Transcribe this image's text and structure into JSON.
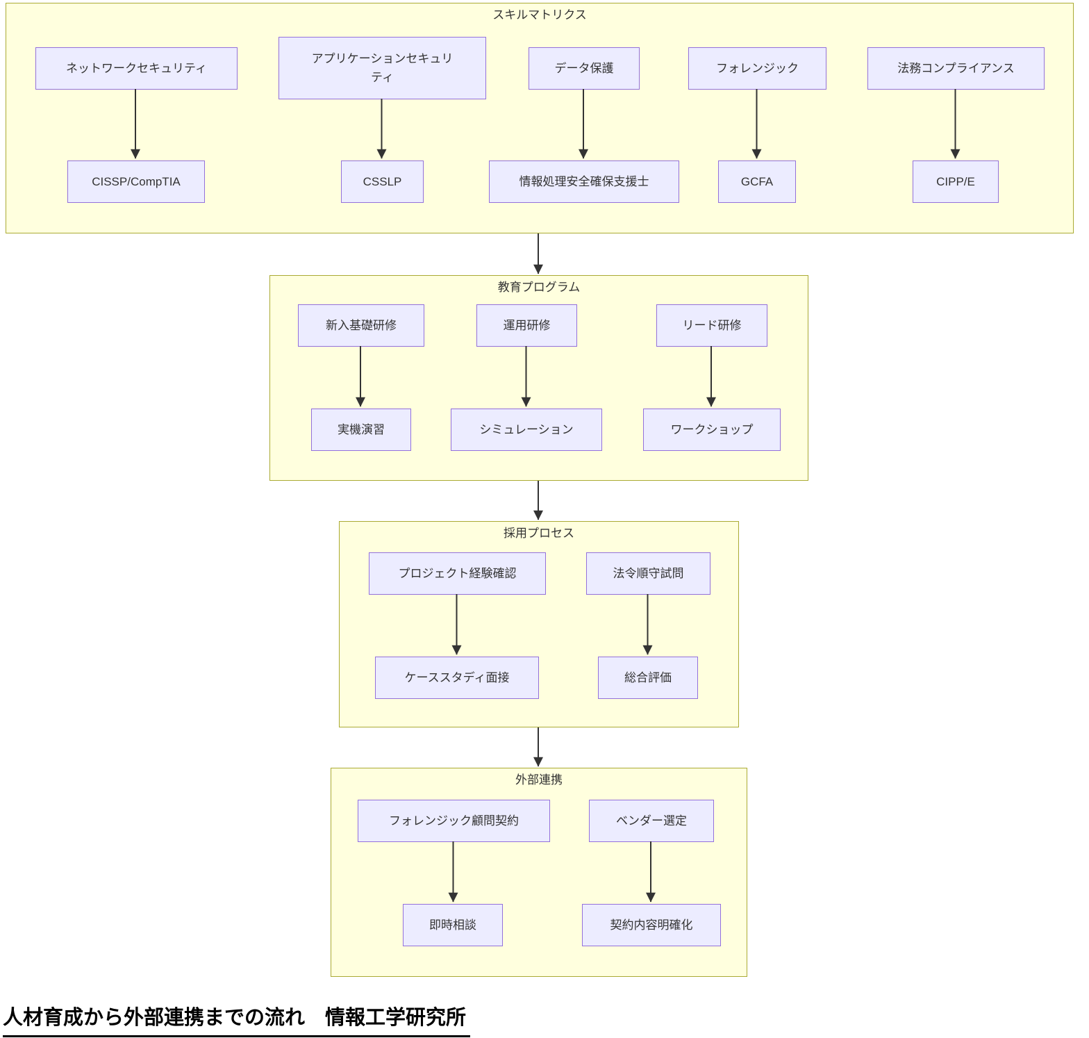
{
  "diagram": {
    "type": "flowchart",
    "direction": "top-down",
    "caption": "人材育成から外部連携までの流れ　情報工学研究所",
    "colors": {
      "cluster_fill": "#FFFFDE",
      "cluster_border": "#AAAA33",
      "node_fill": "#ECECFF",
      "node_border": "#9370DB",
      "text": "#333333",
      "edge": "#333333"
    },
    "clusters": [
      {
        "title": "スキルマトリクス",
        "nodes": [
          {
            "id": "network-security",
            "label": "ネットワークセキュリティ"
          },
          {
            "id": "application-security",
            "label": "アプリケーションセキュリティ"
          },
          {
            "id": "data-protection",
            "label": "データ保護"
          },
          {
            "id": "forensics",
            "label": "フォレンジック"
          },
          {
            "id": "legal-compliance",
            "label": "法務コンプライアンス"
          },
          {
            "id": "cissp-comptia",
            "label": "CISSP/CompTIA"
          },
          {
            "id": "csslp",
            "label": "CSSLP"
          },
          {
            "id": "sc-specialist",
            "label": "情報処理安全確保支援士"
          },
          {
            "id": "gcfa",
            "label": "GCFA"
          },
          {
            "id": "cipp-e",
            "label": "CIPP/E"
          }
        ],
        "edges": [
          {
            "from": "ネットワークセキュリティ",
            "to": "CISSP/CompTIA"
          },
          {
            "from": "アプリケーションセキュリティ",
            "to": "CSSLP"
          },
          {
            "from": "データ保護",
            "to": "情報処理安全確保支援士"
          },
          {
            "from": "フォレンジック",
            "to": "GCFA"
          },
          {
            "from": "法務コンプライアンス",
            "to": "CIPP/E"
          }
        ]
      },
      {
        "title": "教育プログラム",
        "nodes": [
          {
            "id": "newcomer-basic-training",
            "label": "新入基礎研修"
          },
          {
            "id": "operations-training",
            "label": "運用研修"
          },
          {
            "id": "lead-training",
            "label": "リード研修"
          },
          {
            "id": "hands-on-practice",
            "label": "実機演習"
          },
          {
            "id": "simulation",
            "label": "シミュレーション"
          },
          {
            "id": "workshop",
            "label": "ワークショップ"
          }
        ],
        "edges": [
          {
            "from": "新入基礎研修",
            "to": "実機演習"
          },
          {
            "from": "運用研修",
            "to": "シミュレーション"
          },
          {
            "from": "リード研修",
            "to": "ワークショップ"
          }
        ]
      },
      {
        "title": "採用プロセス",
        "nodes": [
          {
            "id": "project-experience-check",
            "label": "プロジェクト経験確認"
          },
          {
            "id": "compliance-examination",
            "label": "法令順守試問"
          },
          {
            "id": "case-study-interview",
            "label": "ケーススタディ面接"
          },
          {
            "id": "overall-evaluation",
            "label": "総合評価"
          }
        ],
        "edges": [
          {
            "from": "プロジェクト経験確認",
            "to": "ケーススタディ面接"
          },
          {
            "from": "法令順守試問",
            "to": "総合評価"
          }
        ]
      },
      {
        "title": "外部連携",
        "nodes": [
          {
            "id": "forensic-advisor-contract",
            "label": "フォレンジック顧問契約"
          },
          {
            "id": "vendor-selection",
            "label": "ベンダー選定"
          },
          {
            "id": "immediate-consultation",
            "label": "即時相談"
          },
          {
            "id": "contract-clarification",
            "label": "契約内容明確化"
          }
        ],
        "edges": [
          {
            "from": "フォレンジック顧問契約",
            "to": "即時相談"
          },
          {
            "from": "ベンダー選定",
            "to": "契約内容明確化"
          }
        ]
      }
    ],
    "cluster_flow": [
      {
        "from": "スキルマトリクス",
        "to": "教育プログラム"
      },
      {
        "from": "教育プログラム",
        "to": "採用プロセス"
      },
      {
        "from": "採用プロセス",
        "to": "外部連携"
      }
    ]
  }
}
